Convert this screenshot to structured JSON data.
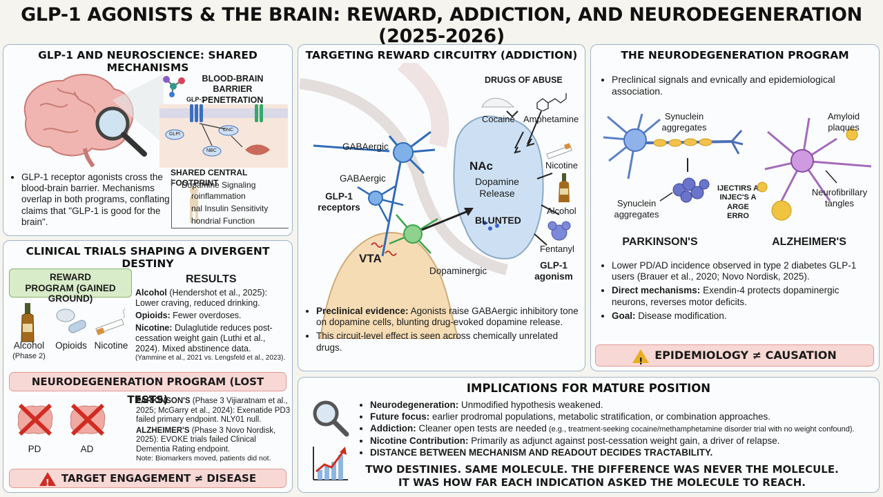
{
  "title": "GLP-1 AGONISTS & THE BRAIN: REWARD, ADDICTION, AND NEURODEGENERATION (2025-2026)",
  "p1": {
    "heading": "GLP-1 AND NEUROSCIENCE: SHARED MECHANISMS",
    "bbb": "BLOOD-BRAIN BARRIER PENETRATION",
    "glp1": "GLP-1",
    "lbl_glp1": "GLPI",
    "lbl_dnc": "DNC",
    "lbl_nbc": "NBC",
    "footprint_title": "SHARED CENTRAL FOOTPRINT",
    "footprint": [
      "Dopamine Signaling",
      "roinflammation",
      "nal Insulin Sensitivity",
      "hondrial Function"
    ],
    "body": "GLP-1 receptor agonists cross the blood-brain barrier. Mechanisms overlap in both programs, conflating claims that \"GLP-1 is good for the brain\"."
  },
  "p2": {
    "heading": "CLINICAL TRIALS SHAPING A DIVERGENT DESTINY",
    "reward_pill": "REWARD PROGRAM (GAINED GROUND)",
    "results": "RESULTS",
    "icons": [
      "Alcohol",
      "Opioids",
      "Nicotine"
    ],
    "alcohol_sub": "(Phase 2)",
    "r1b": "Alcohol",
    "r1": " (Hendershot et al., 2025): Lower craving, reduced drinking.",
    "r2b": "Opioids:",
    "r2": " Fewer overdoses.",
    "r3b": "Nicotine:",
    "r3": " Dulaglutide reduces post-cessation weight gain (Luthi et al., 2024). Mixed abstinence data.",
    "r3s": "(Yammine et al., 2021 vs. Lengsfeld et al., 2023).",
    "neuro_pill": "NEURODEGENERATION PROGRAM (LOST TESTS)",
    "pd": "PD",
    "ad": "AD",
    "n1b": "PARKINSON'S",
    "n1": " (Phase 3 Vijiaratnam et al., 2025; McGarry et al., 2024): Exenatide PD3 failed primary endpoint. NLY01 null.",
    "n2b": "ALZHEIMER'S",
    "n2": " (Phase 3 Novo Nordisk, 2025): EVOKE trials failed Clinical Dementia Rating endpoint.",
    "n3": "Note: Biomarkers moved, patients did not.",
    "banner": "TARGET ENGAGEMENT ≠ DISEASE MODIFICATION"
  },
  "p3": {
    "heading": "TARGETING REWARD CIRCUITRY (ADDICTION)",
    "drugs_title": "DRUGS OF ABUSE",
    "cocaine": "Cocaine",
    "amphetamine": "Amphetamine",
    "nicotine": "Nicotine",
    "alcohol": "Alcohol",
    "fentanyl": "Fentanyl",
    "gaba1": "GABAergic",
    "gaba2": "GABAergic",
    "receptors": "GLP-1 receptors",
    "nac": "NAc",
    "release": "Dopamine Release",
    "blunted": "BLUNTED",
    "vta": "VTA",
    "dopaminergic": "Dopaminergic",
    "agonism": "GLP-1 agonism",
    "b1b": "Preclinical evidence:",
    "b1": " Agonists raise GABAergic inhibitory tone on dopamine cells, blunting drug-evoked dopamine release.",
    "b2": "This circuit-level effect is seen across chemically unrelated drugs."
  },
  "p4": {
    "heading": "THE NEURODEGENERATION PROGRAM",
    "intro": "Preclinical signals and evnically and epidemiological association.",
    "syn1": "Synuclein aggregates",
    "syn2": "Synuclein aggregates",
    "overlay": "IJECTIRS A INJEC'S A ARGE ERRO",
    "amyloid": "Amyloid plaques",
    "tangles": "Neurofibrillary tangles",
    "parkinsons": "PARKINSON'S",
    "alzheimers": "ALZHEIMER'S",
    "b1": "Lower PD/AD incidence observed in type 2 diabetes GLP-1 users (Brauer et al., 2020; Novo Nordisk, 2025).",
    "b2b": "Direct mechanisms:",
    "b2": " Exendin-4 protects dopaminergic neurons, reverses motor deficits.",
    "b3b": "Goal:",
    "b3": " Disease modification.",
    "banner": "EPIDEMIOLOGY ≠ CAUSATION"
  },
  "p5": {
    "heading": "IMPLICATIONS FOR MATURE POSITION",
    "i1b": "Neurodegeneration:",
    "i1": " Unmodified hypothesis weakened.",
    "i2b": "Future focus:",
    "i2": " earlier prodromal populations, metabolic stratification, or combination approaches.",
    "i3b": "Addiction:",
    "i3": " Cleaner open tests are needed",
    "i3s": " (e.g., treatment-seeking cocaine/methamphetamine disorder trial with no weight confound).",
    "i4b": "Nicotine Contribution:",
    "i4": " Primarily as adjunct against post-cessation weight gain, a driver of relapse.",
    "i5": "DISTANCE BETWEEN MECHANISM AND READOUT DECIDES TRACTABILITY.",
    "closing1": "TWO DESTINIES. SAME MOLECULE. THE DIFFERENCE WAS NEVER THE MOLECULE.",
    "closing2": "IT WAS HOW FAR EACH INDICATION ASKED THE MOLECULE TO REACH."
  }
}
